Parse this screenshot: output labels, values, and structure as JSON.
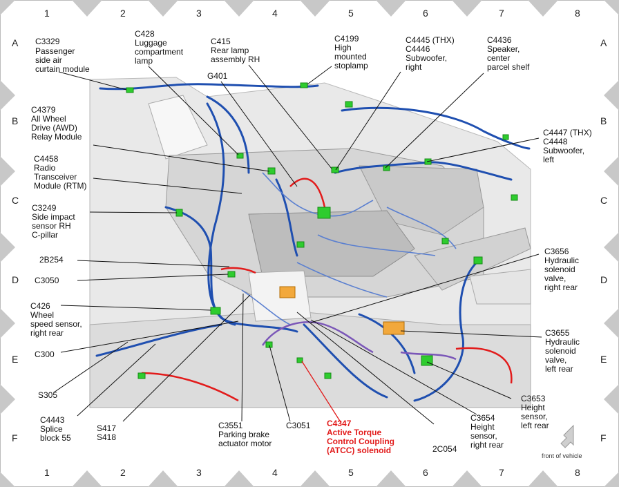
{
  "grid": {
    "columns": [
      "1",
      "2",
      "3",
      "4",
      "5",
      "6",
      "7",
      "8"
    ],
    "rows": [
      "A",
      "B",
      "C",
      "D",
      "E",
      "F"
    ]
  },
  "labels": {
    "c3329": [
      "C3329",
      "Passenger",
      "side air",
      "curtain module"
    ],
    "c428": [
      "C428",
      "Luggage",
      "compartment",
      "lamp"
    ],
    "c415": [
      "C415",
      "Rear lamp",
      "assembly RH"
    ],
    "c4199": [
      "C4199",
      "High",
      "mounted",
      "stoplamp"
    ],
    "c4445": [
      "C4445 (THX)",
      "C4446",
      "Subwoofer,",
      "right"
    ],
    "c4436": [
      "C4436",
      "Speaker,",
      "center",
      "parcel shelf"
    ],
    "g401": [
      "G401"
    ],
    "c4379": [
      "C4379",
      "All Wheel",
      "Drive (AWD)",
      "Relay Module"
    ],
    "c4447": [
      "C4447 (THX)",
      "C4448",
      "Subwoofer,",
      "left"
    ],
    "c4458": [
      "C4458",
      "Radio",
      "Transceiver",
      "Module (RTM)"
    ],
    "c3249": [
      "C3249",
      "Side impact",
      "sensor RH",
      "C-pillar"
    ],
    "c3656": [
      "C3656",
      "Hydraulic",
      "solenoid",
      "valve,",
      "right rear"
    ],
    "b2b254": [
      "2B254"
    ],
    "c3050": [
      "C3050"
    ],
    "c426": [
      "C426",
      "Wheel",
      "speed sensor,",
      "right rear"
    ],
    "c3655": [
      "C3655",
      "Hydraulic",
      "solenoid",
      "valve,",
      "left rear"
    ],
    "c300": [
      "C300"
    ],
    "s305": [
      "S305"
    ],
    "c3653": [
      "C3653",
      "Height",
      "sensor,",
      "left rear"
    ],
    "c4443": [
      "C4443",
      "Splice",
      "block 55"
    ],
    "s417": [
      "S417",
      "S418"
    ],
    "c3551": [
      "C3551",
      "Parking brake",
      "actuator motor"
    ],
    "c3051": [
      "C3051"
    ],
    "c4347": [
      "C4347",
      "Active Torque",
      "Control Coupling",
      "(ATCC) solenoid"
    ],
    "c2054": [
      "2C054"
    ],
    "c3654": [
      "C3654",
      "Height",
      "sensor,",
      "right rear"
    ]
  },
  "front_label": "front of vehicle",
  "colors": {
    "harness": "#1f4fb0",
    "connector": "#2ecc2e",
    "highlight": "#e21b1b",
    "purple": "#7b57b8"
  }
}
